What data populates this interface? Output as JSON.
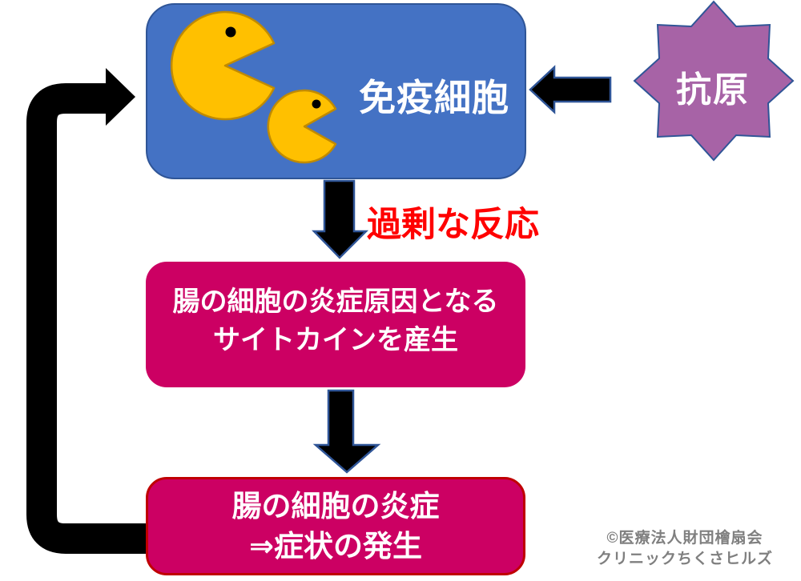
{
  "immune_box": {
    "label": "免疫細胞"
  },
  "antigen": {
    "label": "抗原"
  },
  "reaction_label": "過剰な反応",
  "cytokine_box": {
    "line1": "腸の細胞の炎症原因となる",
    "line2": "サイトカインを産生"
  },
  "symptom_box": {
    "line1": "腸の細胞の炎症",
    "line2": "⇒症状の発生"
  },
  "credit": {
    "line1": "©医療法人財団檜扇会",
    "line2": "クリニックちくさヒルズ"
  },
  "icons": {
    "immune_cells": [
      "pacman-large-icon",
      "pacman-small-icon"
    ],
    "antigen_shape": "eight-point-star-icon",
    "arrows": [
      "feedback-loop-arrow",
      "antigen-to-immune-arrow",
      "immune-to-cytokine-arrow",
      "cytokine-to-symptom-arrow"
    ]
  },
  "colors": {
    "immune_box_fill": "#4472C4",
    "immune_box_border": "#2F5597",
    "process_box_fill": "#CC0063",
    "symptom_box_border": "#C00000",
    "antigen_fill": "#A763A6",
    "pacman_fill": "#FFC000",
    "pacman_stroke": "#C08A00",
    "arrow_fill": "#000000",
    "arrow_outline": "#2F5597",
    "reaction_text": "#FF0000",
    "credit_text": "#7F7F7F"
  }
}
